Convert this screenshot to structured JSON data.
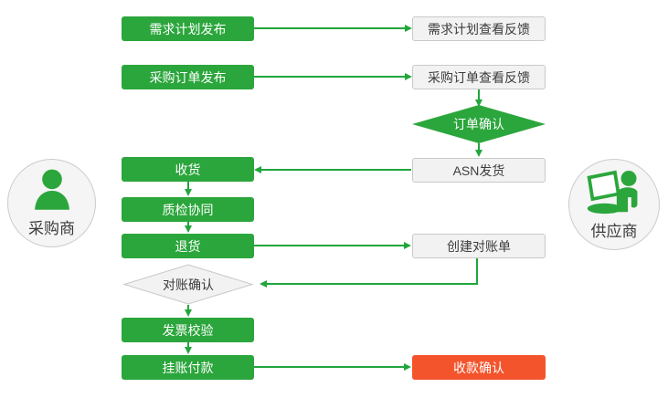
{
  "colors": {
    "green": "#2BA63C",
    "arrow": "#21A63C",
    "orange": "#F3542C",
    "gray-fill": "#F2F2F2",
    "gray-border": "#C9C9C9",
    "text-dark": "#3C3C3C",
    "circle-fill": "#F5F5F5",
    "circle-border": "#CCCCCC"
  },
  "actors": {
    "buyer": {
      "label": "采购商"
    },
    "supplier": {
      "label": "供应商"
    }
  },
  "nodes": {
    "demand_plan_release": "需求计划发布",
    "po_release": "采购订单发布",
    "receive_goods": "收货",
    "quality_collab": "质检协同",
    "return_goods": "退货",
    "recon_confirm": "对账确认",
    "invoice_check": "发票校验",
    "book_payment": "挂账付款",
    "demand_plan_feedback": "需求计划查看反馈",
    "po_feedback": "采购订单查看反馈",
    "order_confirm": "订单确认",
    "asn_ship": "ASN发货",
    "create_statement": "创建对账单",
    "receipt_confirm": "收款确认"
  }
}
